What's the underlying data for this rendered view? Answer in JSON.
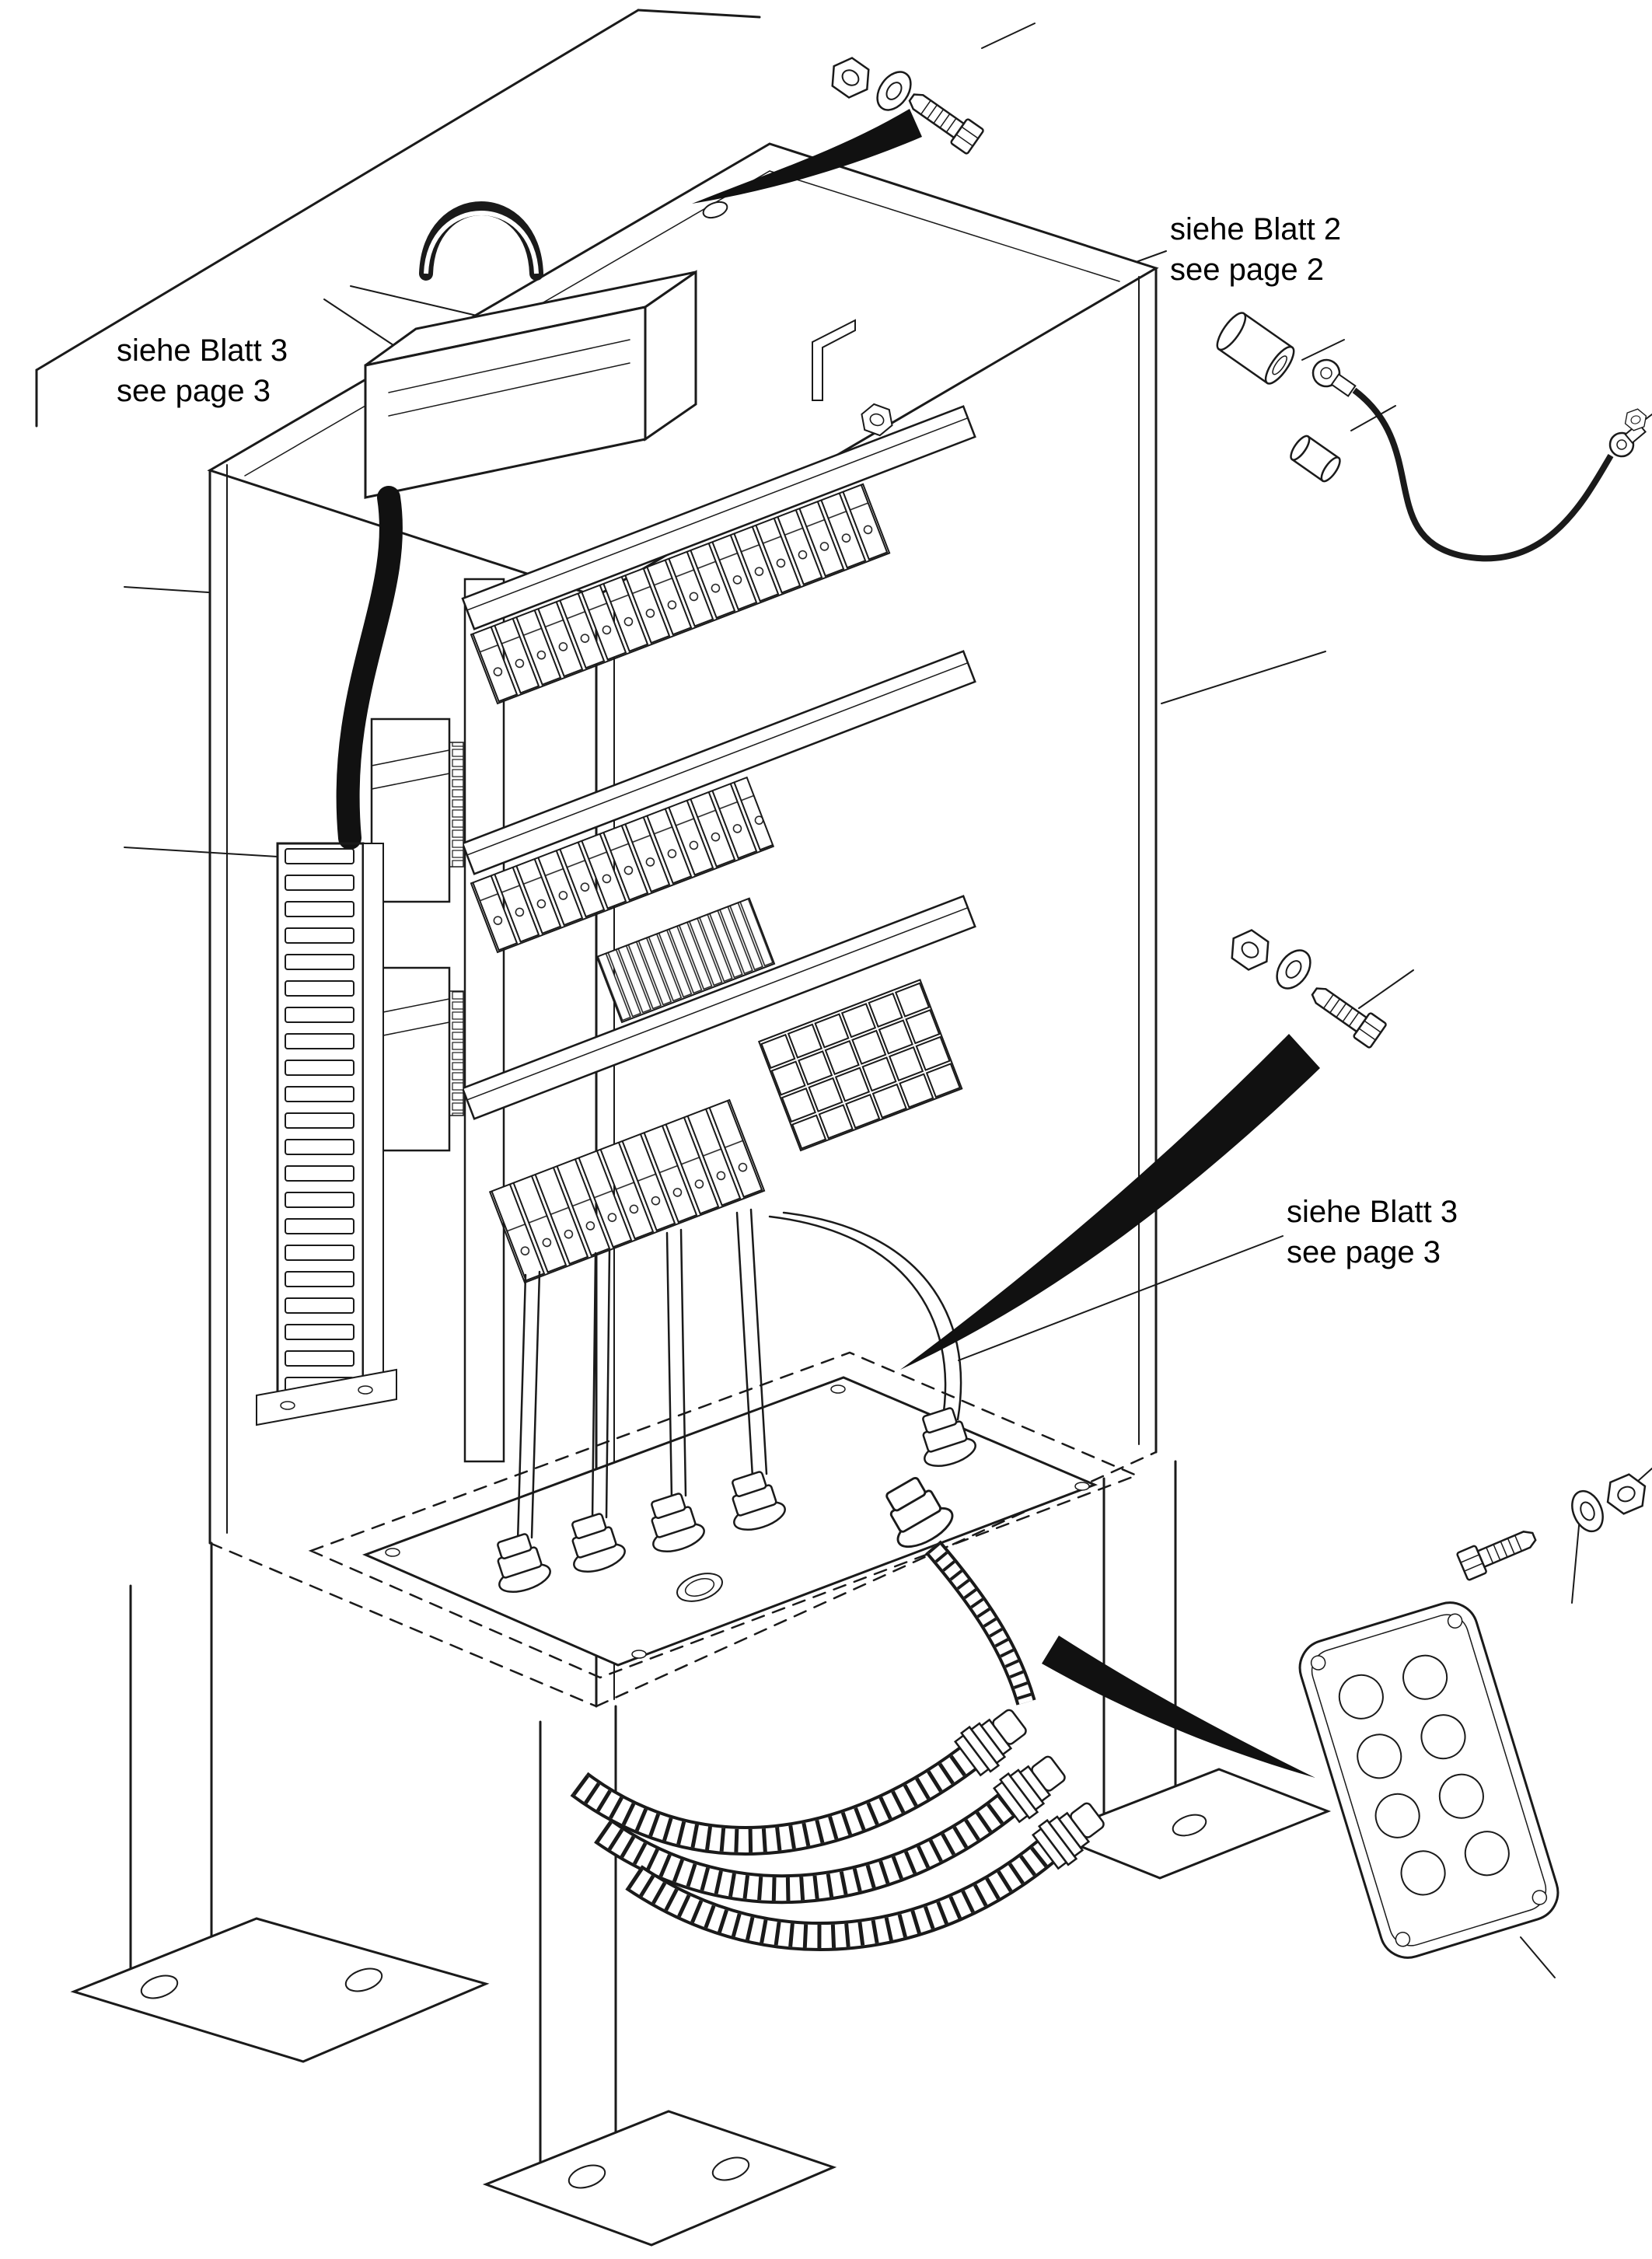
{
  "colors": {
    "ink": "#1a1a1a",
    "background": "#ffffff",
    "cable": "#111111"
  },
  "annotations": {
    "top_left": {
      "line1": "siehe Blatt 3",
      "line2": "see page 3"
    },
    "top_right": {
      "line1": "siehe Blatt 2",
      "line2": "see page 2"
    },
    "mid_right": {
      "line1": "siehe Blatt 3",
      "line2": "see page 3"
    }
  },
  "parts": [
    {
      "name": "control-cabinet"
    },
    {
      "name": "electronics-module"
    },
    {
      "name": "din-rails-with-terminal-blocks"
    },
    {
      "name": "wiring-duct"
    },
    {
      "name": "black-supply-cable"
    },
    {
      "name": "cable-glands"
    },
    {
      "name": "gland-plate"
    },
    {
      "name": "corrugated-hoses"
    },
    {
      "name": "stand-feet"
    },
    {
      "name": "hex-bolt-washer-nut-top"
    },
    {
      "name": "ground-strap-cable"
    },
    {
      "name": "hex-bolt-washer-nut-middle"
    },
    {
      "name": "hex-bolt-washer-nut-lower"
    },
    {
      "name": "gland-cover-plate"
    }
  ]
}
